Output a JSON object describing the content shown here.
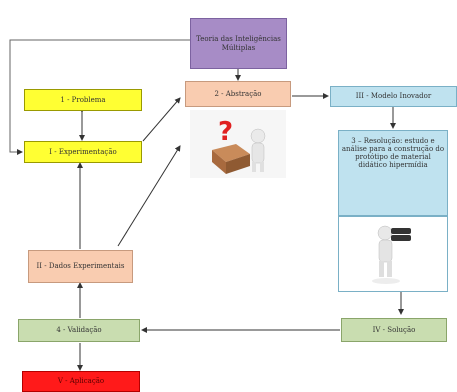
{
  "diagram": {
    "nodes": {
      "teoria": "Teoria das Inteligências Múltiplas",
      "problema": "1 - Problema",
      "experimentacao": "I - Experimentação",
      "abstracao": "2 - Abstração",
      "modelo": "III - Modelo Inovador",
      "resolucao": "3 – Resolução: estudo e análise para a construção do protótipo de material didático hipermídia",
      "dados": "II - Dados Experimentais",
      "validacao": "4 - Validação",
      "solucao": "IV - Solução",
      "aplicacao": "V - Aplicação"
    },
    "illustrations": [
      "question-mark-figure",
      "figure-with-binoculars"
    ]
  }
}
